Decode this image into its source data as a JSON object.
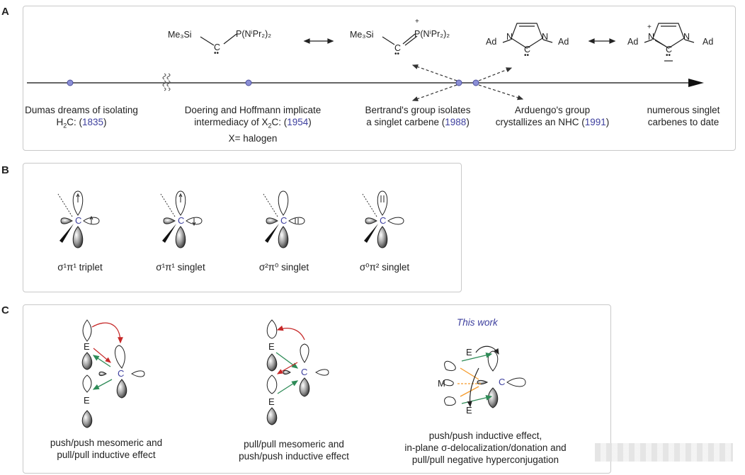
{
  "panels": {
    "a": "A",
    "b": "B",
    "c": "C"
  },
  "timeline": [
    {
      "line1": "Dumas dreams of isolating",
      "line2_pre": "H",
      "line2_sub": "2",
      "line2_mid": "C: (",
      "year": "1835",
      "line2_post": ")"
    },
    {
      "line1": "Doering and Hoffmann implicate",
      "line2_pre": "intermediacy of X",
      "line2_sub": "2",
      "line2_mid": "C: (",
      "year": "1954",
      "line2_post": ")",
      "line3": "X= halogen"
    },
    {
      "line1": "Bertrand's group isolates",
      "line2_pre": "a singlet carbene (",
      "year": "1988",
      "line2_post": ")"
    },
    {
      "line1": "Arduengo's group",
      "line2_pre": "crystallizes an NHC (",
      "year": "1991",
      "line2_post": ")"
    },
    {
      "line1": "numerous singlet",
      "line2_pre": "carbenes to date"
    }
  ],
  "chem": {
    "me3si": "Me₃Si",
    "pn": "P(NⁱPr₂)₂",
    "c": "C",
    "plus": "+",
    "n": "N",
    "ad": "Ad",
    "dots": "••"
  },
  "states": [
    {
      "label": "σ¹π¹ triplet"
    },
    {
      "label": "σ¹π¹ singlet"
    },
    {
      "label": "σ²π⁰ singlet"
    },
    {
      "label": "σ⁰π² singlet"
    }
  ],
  "panel_c": {
    "this_work": "This work",
    "e": "E",
    "m": "M",
    "c": "C",
    "desc1": [
      "push/push mesomeric and",
      "pull/pull inductive effect"
    ],
    "desc2": [
      "pull/pull mesomeric and",
      "push/push inductive effect"
    ],
    "desc3": [
      "push/push inductive effect,",
      "in-plane σ-delocalization/donation and",
      "pull/pull negative hyperconjugation"
    ]
  }
}
